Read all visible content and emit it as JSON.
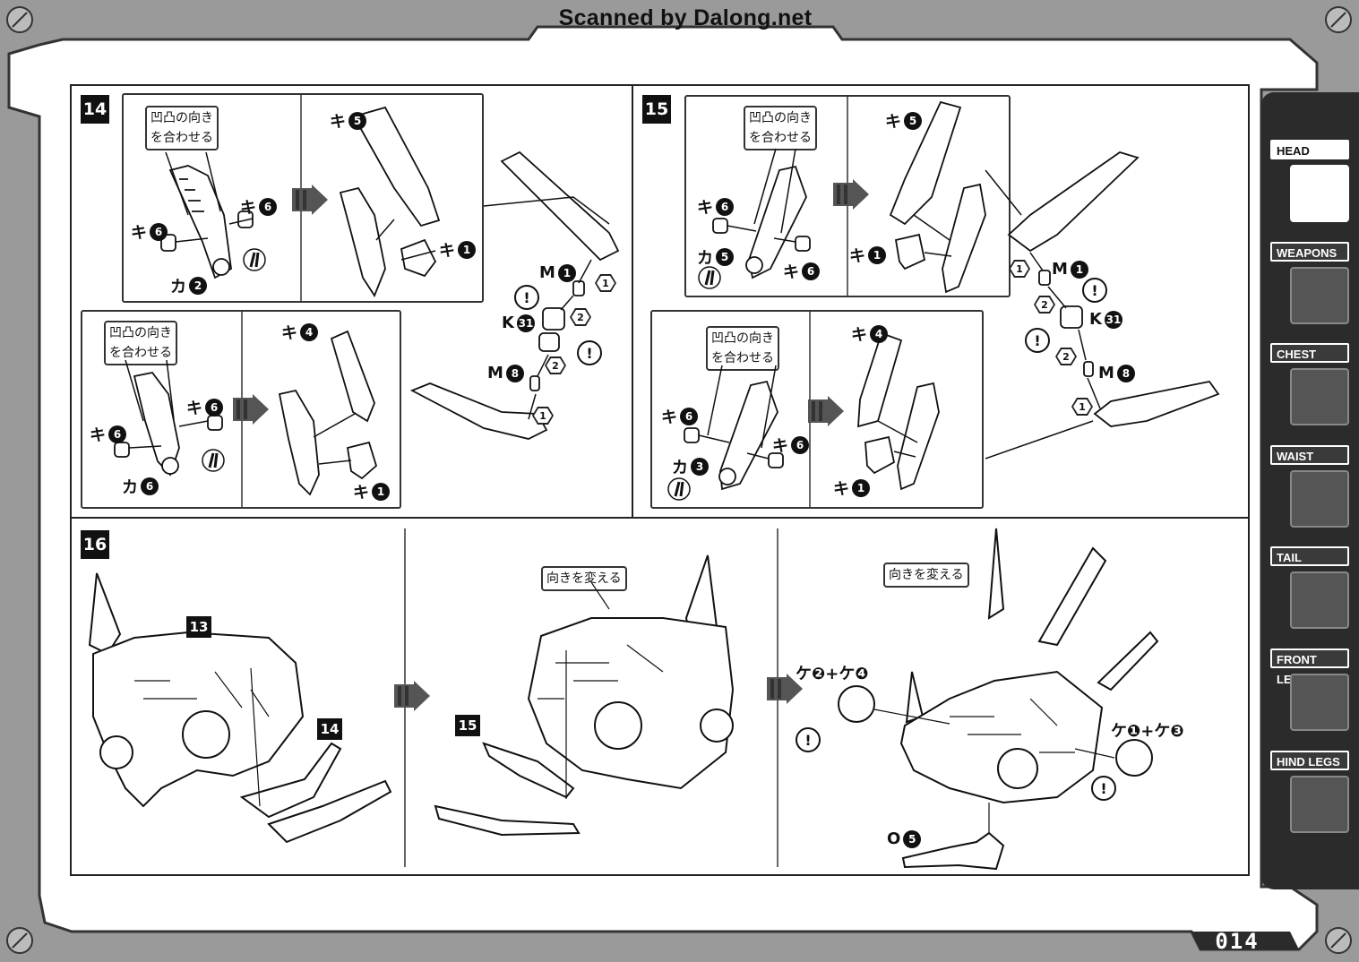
{
  "header": {
    "scan_credit": "Scanned by Dalong.net"
  },
  "steps": {
    "s14": {
      "number": "14",
      "callout_top": [
        "凹凸の向き",
        "を合わせる"
      ],
      "callout_bottom": [
        "凹凸の向き",
        "を合わせる"
      ],
      "top_labels": {
        "ki5": "キ",
        "ki6a": "キ",
        "ki6b": "キ",
        "ki1": "キ",
        "ka2": "カ"
      },
      "bottom_labels": {
        "ki4": "キ",
        "ki6a": "キ",
        "ki6b": "キ",
        "ki1": "キ",
        "ka6": "カ"
      },
      "detail_labels": {
        "m1": "M",
        "k31": "K",
        "m8": "M"
      }
    },
    "s15": {
      "number": "15",
      "callout_top": [
        "凹凸の向き",
        "を合わせる"
      ],
      "callout_bottom": [
        "凹凸の向き",
        "を合わせる"
      ],
      "top_labels": {
        "ki5": "キ",
        "ki6a": "キ",
        "ki6b": "キ",
        "ki1": "キ",
        "ka5": "カ"
      },
      "bottom_labels": {
        "ki4": "キ",
        "ki6a": "キ",
        "ki6b": "キ",
        "ki1": "キ",
        "ka3": "カ"
      },
      "detail_labels": {
        "m1": "M",
        "k31": "K",
        "m8": "M"
      }
    },
    "s16": {
      "number": "16",
      "ref13": "13",
      "ref14": "14",
      "ref15": "15",
      "callout_mid": "向きを変える",
      "callout_right": "向きを変える",
      "combo_left": "ケ❷+ケ❹",
      "combo_right": "ケ❶+ケ❸",
      "o_label": "O"
    }
  },
  "numbers": {
    "n1": "1",
    "n2": "2",
    "n3": "3",
    "n4": "4",
    "n5": "5",
    "n6": "6",
    "n8": "8",
    "n31": "31"
  },
  "warning_symbol": "!",
  "sidebar": {
    "tabs": [
      "HEAD",
      "WEAPONS",
      "CHEST",
      "WAIST",
      "TAIL",
      "FRONT LEGS",
      "HIND LEGS"
    ],
    "active": "HEAD"
  },
  "page_number": "014"
}
